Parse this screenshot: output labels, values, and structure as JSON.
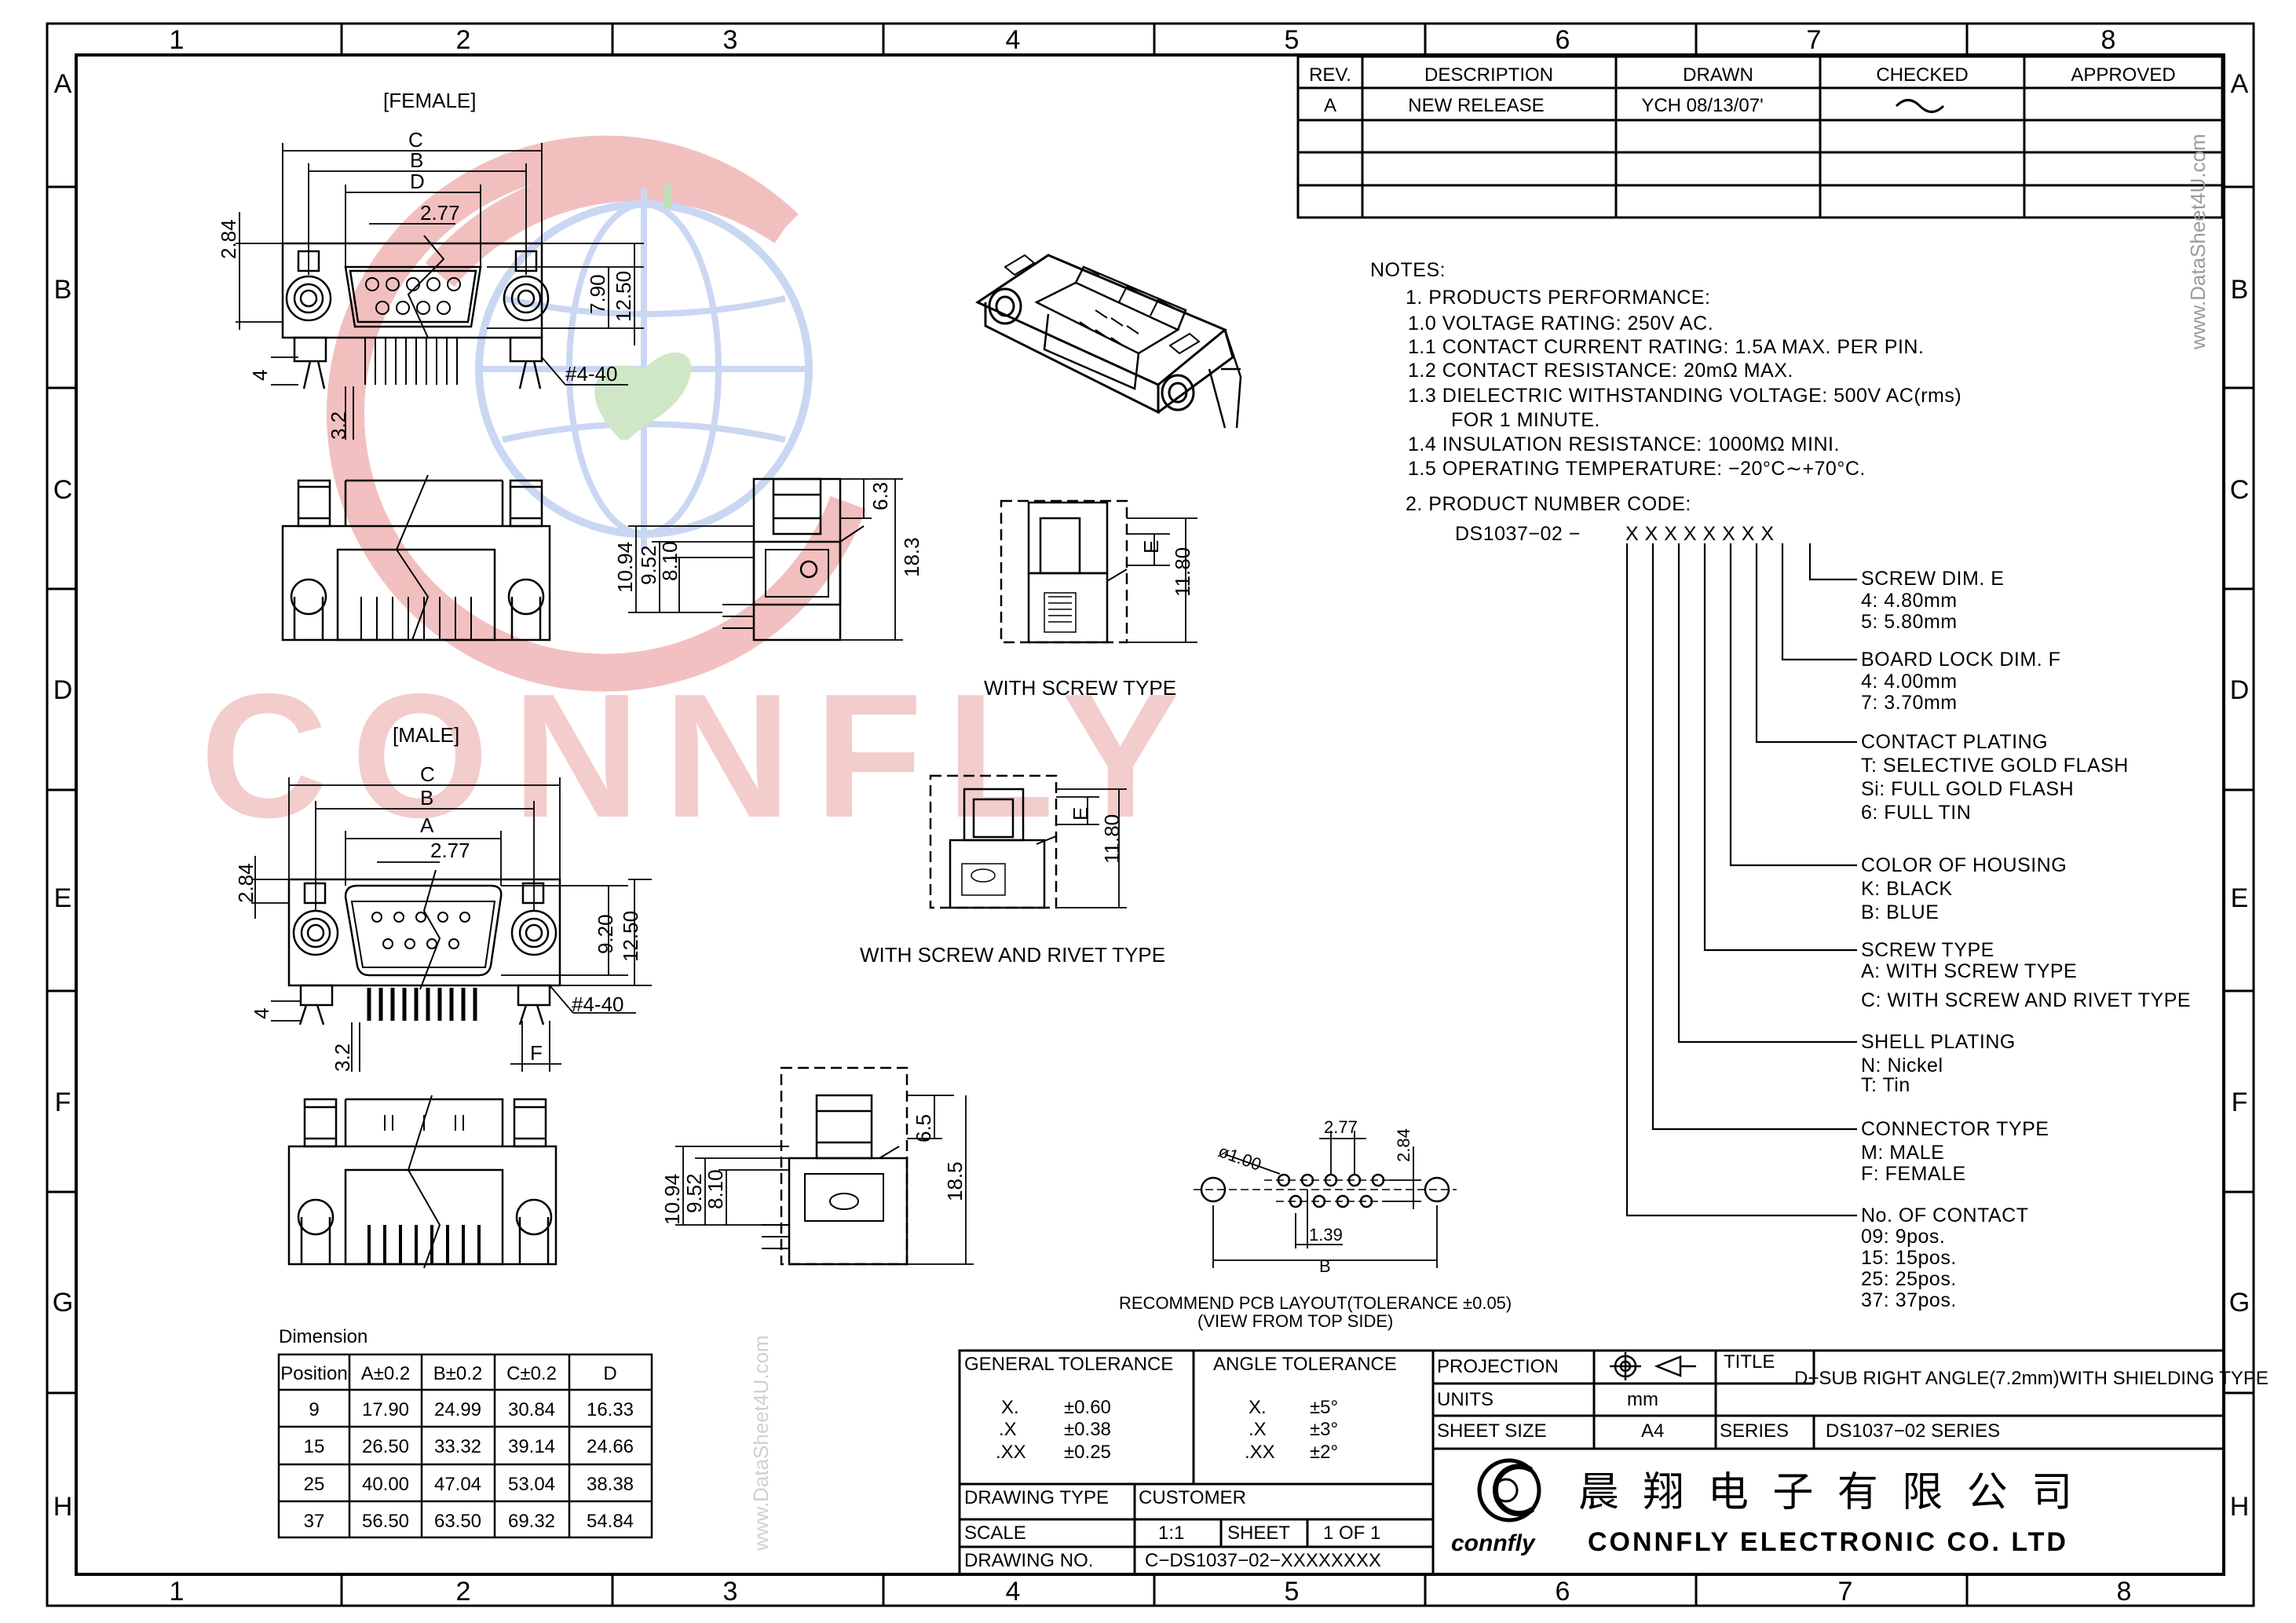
{
  "grid": {
    "columns": [
      "1",
      "2",
      "3",
      "4",
      "5",
      "6",
      "7",
      "8"
    ],
    "rows": [
      "A",
      "B",
      "C",
      "D",
      "E",
      "F",
      "G",
      "H"
    ]
  },
  "watermarks": {
    "logo_text": "CONNFLY",
    "site_vertical": "www.DataSheet4U.com",
    "site_vertical2": "www.DataSheet4U.com"
  },
  "revision": {
    "headers": [
      "REV.",
      "DESCRIPTION",
      "DRAWN",
      "CHECKED",
      "APPROVED"
    ],
    "rows": [
      [
        "A",
        "NEW RELEASE",
        "YCH 08/13/07'",
        "",
        ""
      ],
      [
        "",
        "",
        "",
        "",
        ""
      ],
      [
        "",
        "",
        "",
        "",
        ""
      ],
      [
        "",
        "",
        "",
        "",
        ""
      ]
    ]
  },
  "views": {
    "female_title": "[FEMALE]",
    "male_title": "[MALE]",
    "with_screw": "WITH SCREW TYPE",
    "with_screw_rivet": "WITH SCREW AND RIVET TYPE",
    "pcb_title": "RECOMMEND PCB LAYOUT(TOLERANCE ±0.05)",
    "pcb_subtitle": "(VIEW FROM TOP SIDE)"
  },
  "dims": {
    "C": "C",
    "B": "B",
    "D": "D",
    "A": "A",
    "E": "E",
    "F": "F",
    "d277": "2.77",
    "d284": "2.84",
    "d790": "7.90",
    "d920": "9.20",
    "d1250": "12.50",
    "d4": "4",
    "d32": "3.2",
    "d440": "#4-40",
    "d63": "6.3",
    "d183": "18.3",
    "d1094": "10.94",
    "d952": "9.52",
    "d810": "8.10",
    "d1180": "11.80",
    "d65": "6.5",
    "d185": "18.5",
    "d100": "ø1.00",
    "d139": "1.39"
  },
  "notes": {
    "title": "NOTES:",
    "lines": [
      "1.  PRODUCTS  PERFORMANCE:",
      "1.0  VOLTAGE  RATING:  250V  AC.",
      "1.1  CONTACT  CURRENT  RATING:  1.5A  MAX.  PER  PIN.",
      "1.2  CONTACT  RESISTANCE:  20mΩ  MAX.",
      "1.3  DIELECTRIC  WITHSTANDING  VOLTAGE:  500V  AC(rms)",
      "FOR  1  MINUTE.",
      "1.4  INSULATION  RESISTANCE:  1000MΩ  MINI.",
      "1.5  OPERATING  TEMPERATURE:  −20°C∼+70°C.",
      "2.  PRODUCT  NUMBER  CODE:"
    ],
    "code_prefix": "DS1037−02  −",
    "code_x": "X  X  X  X  X  X  X  X"
  },
  "code_groups": [
    {
      "title": "SCREW  DIM.  E",
      "items": [
        "4:  4.80mm",
        "5:  5.80mm"
      ]
    },
    {
      "title": "BOARD  LOCK  DIM.  F",
      "items": [
        "4:  4.00mm",
        "7:  3.70mm"
      ]
    },
    {
      "title": "CONTACT  PLATING",
      "items": [
        "T:  SELECTIVE  GOLD  FLASH",
        "Si:  FULL  GOLD  FLASH",
        "6:  FULL  TIN"
      ]
    },
    {
      "title": "COLOR  OF  HOUSING",
      "items": [
        "K:  BLACK",
        "B:  BLUE"
      ]
    },
    {
      "title": "SCREW  TYPE",
      "items": [
        "A:  WITH  SCREW  TYPE",
        "C:  WITH  SCREW  AND  RIVET  TYPE"
      ]
    },
    {
      "title": "SHELL  PLATING",
      "items": [
        "N:  Nickel",
        "T:  Tin"
      ]
    },
    {
      "title": "CONNECTOR  TYPE",
      "items": [
        "M:  MALE",
        "F:  FEMALE"
      ]
    },
    {
      "title": "No.  OF  CONTACT",
      "items": [
        "09:  9pos.",
        "15:  15pos.",
        "25:  25pos.",
        "37:  37pos."
      ]
    }
  ],
  "dimension_table": {
    "title": "Dimension",
    "headers": [
      "Position",
      "A±0.2",
      "B±0.2",
      "C±0.2",
      "D"
    ],
    "rows": [
      [
        "9",
        "17.90",
        "24.99",
        "30.84",
        "16.33"
      ],
      [
        "15",
        "26.50",
        "33.32",
        "39.14",
        "24.66"
      ],
      [
        "25",
        "40.00",
        "47.04",
        "53.04",
        "38.38"
      ],
      [
        "37",
        "56.50",
        "63.50",
        "69.32",
        "54.84"
      ]
    ]
  },
  "title_block": {
    "general_tolerance": "GENERAL TOLERANCE",
    "angle_tolerance": "ANGLE TOLERANCE",
    "gt": [
      [
        "X.",
        "±0.60"
      ],
      [
        ".X",
        "±0.38"
      ],
      [
        ".XX",
        "±0.25"
      ]
    ],
    "at": [
      [
        "X.",
        "±5°"
      ],
      [
        ".X",
        "±3°"
      ],
      [
        ".XX",
        "±2°"
      ]
    ],
    "projection": "PROJECTION",
    "units": "UNITS",
    "units_val": "mm",
    "sheet_size": "SHEET SIZE",
    "sheet_size_val": "A4",
    "title_lbl": "TITLE",
    "title_val": "D−SUB  RIGHT  ANGLE(7.2mm)WITH  SHIELDING  TYPE",
    "series_lbl": "SERIES",
    "series_val": "DS1037−02  SERIES",
    "drawing_type": "DRAWING TYPE",
    "customer": "CUSTOMER",
    "scale": "SCALE",
    "scale_val": "1:1",
    "sheet": "SHEET",
    "sheet_val": "1  OF  1",
    "drawing_no": "DRAWING NO.",
    "drawing_no_val": "C−DS1037−02−XXXXXXXX",
    "company_cn": "晨 翔 电 子 有 限 公 司",
    "company_en": "CONNFLY  ELECTRONIC  CO.  LTD",
    "logo_word": "connfly"
  }
}
